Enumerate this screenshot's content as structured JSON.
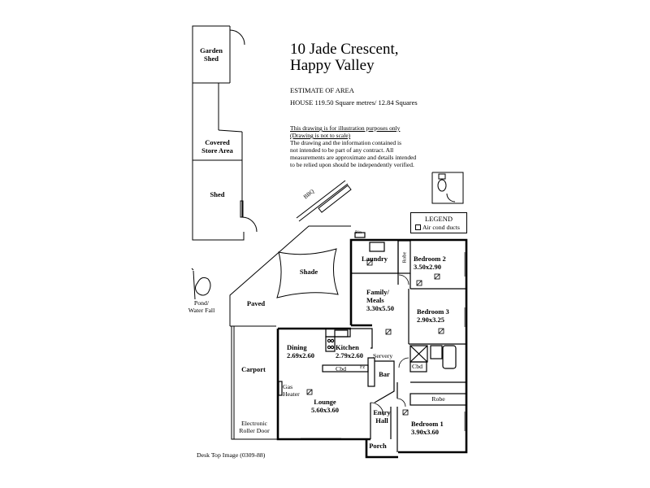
{
  "header": {
    "address_line1": "10 Jade Crescent,",
    "address_line2": "Happy Valley",
    "estimate_title": "ESTIMATE OF AREA",
    "house_area": "HOUSE  119.50 Square metres/ 12.84 Squares"
  },
  "disclaimer": {
    "line1": "This drawing is for illustration purposes only",
    "line2": "(Drawing is not to scale)",
    "line3": "The drawing and the information contained is",
    "line4": "not intended to be part of any contract.  All",
    "line5": "measurements are approximate and details intended",
    "line6": "to be relied upon should be independently verified."
  },
  "legend": {
    "title": "LEGEND",
    "item": "Air cond ducts"
  },
  "rooms": {
    "garden_shed_1": "Garden",
    "garden_shed_2": "Shed",
    "covered_store_1": "Covered",
    "covered_store_2": "Store Area",
    "shed": "Shed",
    "shade": "Shade",
    "paved": "Paved",
    "pond_1": "Pond/",
    "pond_2": "Water Fall",
    "carport": "Carport",
    "roller_1": "Electronic",
    "roller_2": "Roller Door",
    "laundry": "Laundry",
    "robe_vertical": "Robe",
    "bedroom2": "Bedroom 2",
    "bedroom2_dim": "3.50x2.90",
    "family_1": "Family/",
    "family_2": "Meals",
    "family_dim": "3.30x5.50",
    "bedroom3": "Bedroom 3",
    "bedroom3_dim": "2.90x3.25",
    "dining": "Dining",
    "dining_dim": "2.69x2.60",
    "kitchen": "Kitchen",
    "kitchen_dim": "2.79x2.60",
    "servery": "Servery",
    "cbd1": "Cbd",
    "fz": "Fz",
    "bar": "Bar",
    "cbd2": "Cbd",
    "gas_1": "Gas",
    "gas_2": "Heater",
    "lounge": "Lounge",
    "lounge_dim": "5.60x3.60",
    "entry_1": "Entry",
    "entry_2": "Hall",
    "robe": "Robe",
    "bedroom1": "Bedroom 1",
    "bedroom1_dim": "3.90x3.60",
    "porch": "Porch",
    "bbq": "BBQ",
    "bin": "Bin"
  },
  "footer": {
    "credit": "Desk Top Image  (0309-88)"
  }
}
